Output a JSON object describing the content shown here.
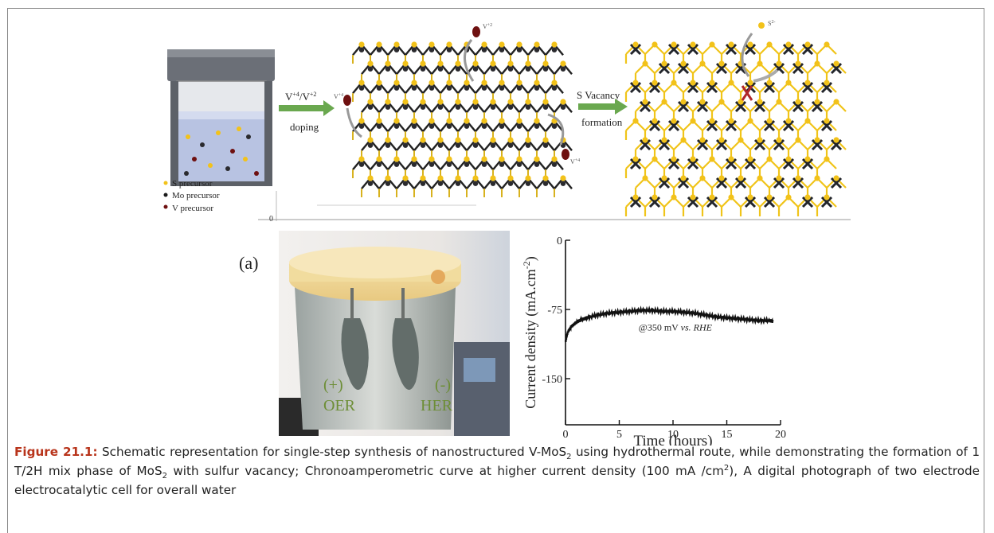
{
  "scheme": {
    "doping_top": "V",
    "doping_top_sup1": "+4",
    "doping_mid": "/V",
    "doping_top_sup2": "+2",
    "doping_bottom": "doping",
    "vacancy_top": "S Vacancy",
    "vacancy_bottom": "formation",
    "v_ion": "V",
    "v_ion_sup": "+4",
    "v_ion2_sup": "+2",
    "s_ion": "S",
    "s_ion_sup": "2-",
    "legend": [
      "S precursor",
      "Mo precursor",
      "V precursor"
    ],
    "stray_tick": "0",
    "colors": {
      "sulfur": "#f2c21a",
      "molybdenum": "#2a2a2e",
      "vanadium": "#6e1010",
      "arrow": "#6aa84f"
    }
  },
  "photo": {
    "panel_label": "(a)",
    "plus": "(+)",
    "minus": "(-)",
    "oer": "OER",
    "her": "HER"
  },
  "chart_data": {
    "type": "line",
    "title": "",
    "xlabel": "Time (hours)",
    "ylabel": "Current density (mA.cm",
    "ylabel_sup": "-2",
    "ylabel_close": ")",
    "annotation": "@350 mV vs. RHE",
    "annotation_prefix": "@350 mV ",
    "annotation_italic": "vs. RHE",
    "xlim": [
      0,
      20
    ],
    "ylim": [
      -200,
      0
    ],
    "xticks": [
      0,
      5,
      10,
      15,
      20
    ],
    "yticks": [
      0,
      -75,
      -150
    ],
    "series": [
      {
        "x": [
          0,
          0.2,
          0.5,
          1,
          1.5,
          2,
          3,
          4,
          5,
          6,
          7,
          8,
          9,
          10,
          11,
          12,
          13,
          14,
          15,
          16,
          17,
          18,
          19,
          19.3
        ],
        "values": [
          -110,
          -100,
          -94,
          -89,
          -86,
          -84,
          -81,
          -79,
          -78,
          -77,
          -76,
          -76,
          -77,
          -77,
          -78,
          -79,
          -81,
          -83,
          -84,
          -85,
          -86,
          -87,
          -87,
          -88
        ]
      }
    ]
  },
  "caption": {
    "label": "Figure 21.1:",
    "part1": " Schematic representation for single-step synthesis of nanostructured V-MoS",
    "sub1": "2",
    "part2": " using hydrothermal route, while demonstrating the formation of 1 T/2H mix phase of MoS",
    "sub2": "2",
    "part3": " with sulfur vacancy; Chronoamperometric curve at higher current density (100 mA /cm",
    "sup": "2",
    "part4": "), A digital photograph of two electrode electrocatalytic cell for overall water"
  }
}
